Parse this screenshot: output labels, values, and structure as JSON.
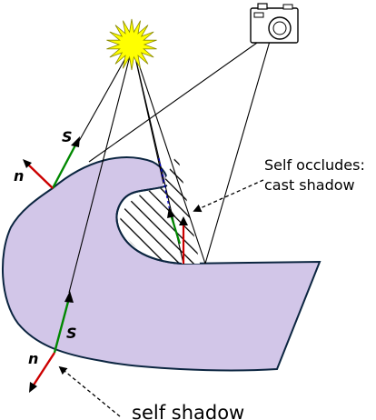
{
  "labels": {
    "s_top": "S",
    "n_top": "n",
    "s_bottom": "S",
    "n_bottom": "n",
    "self_occludes_line1": "Self occludes:",
    "self_occludes_line2": "cast shadow",
    "self_shadow": "self shadow"
  },
  "colors": {
    "object_fill": "#d2c6e8",
    "object_stroke": "#0b2540",
    "sun_fill": "#ffff00",
    "normal_arrow": "#cc0000",
    "light_arrow": "#008800",
    "shadow_hatch": "#000000",
    "occluded_ray": "#0000cc"
  },
  "icons": {
    "light_source": "sun-icon",
    "viewer": "camera-icon"
  }
}
